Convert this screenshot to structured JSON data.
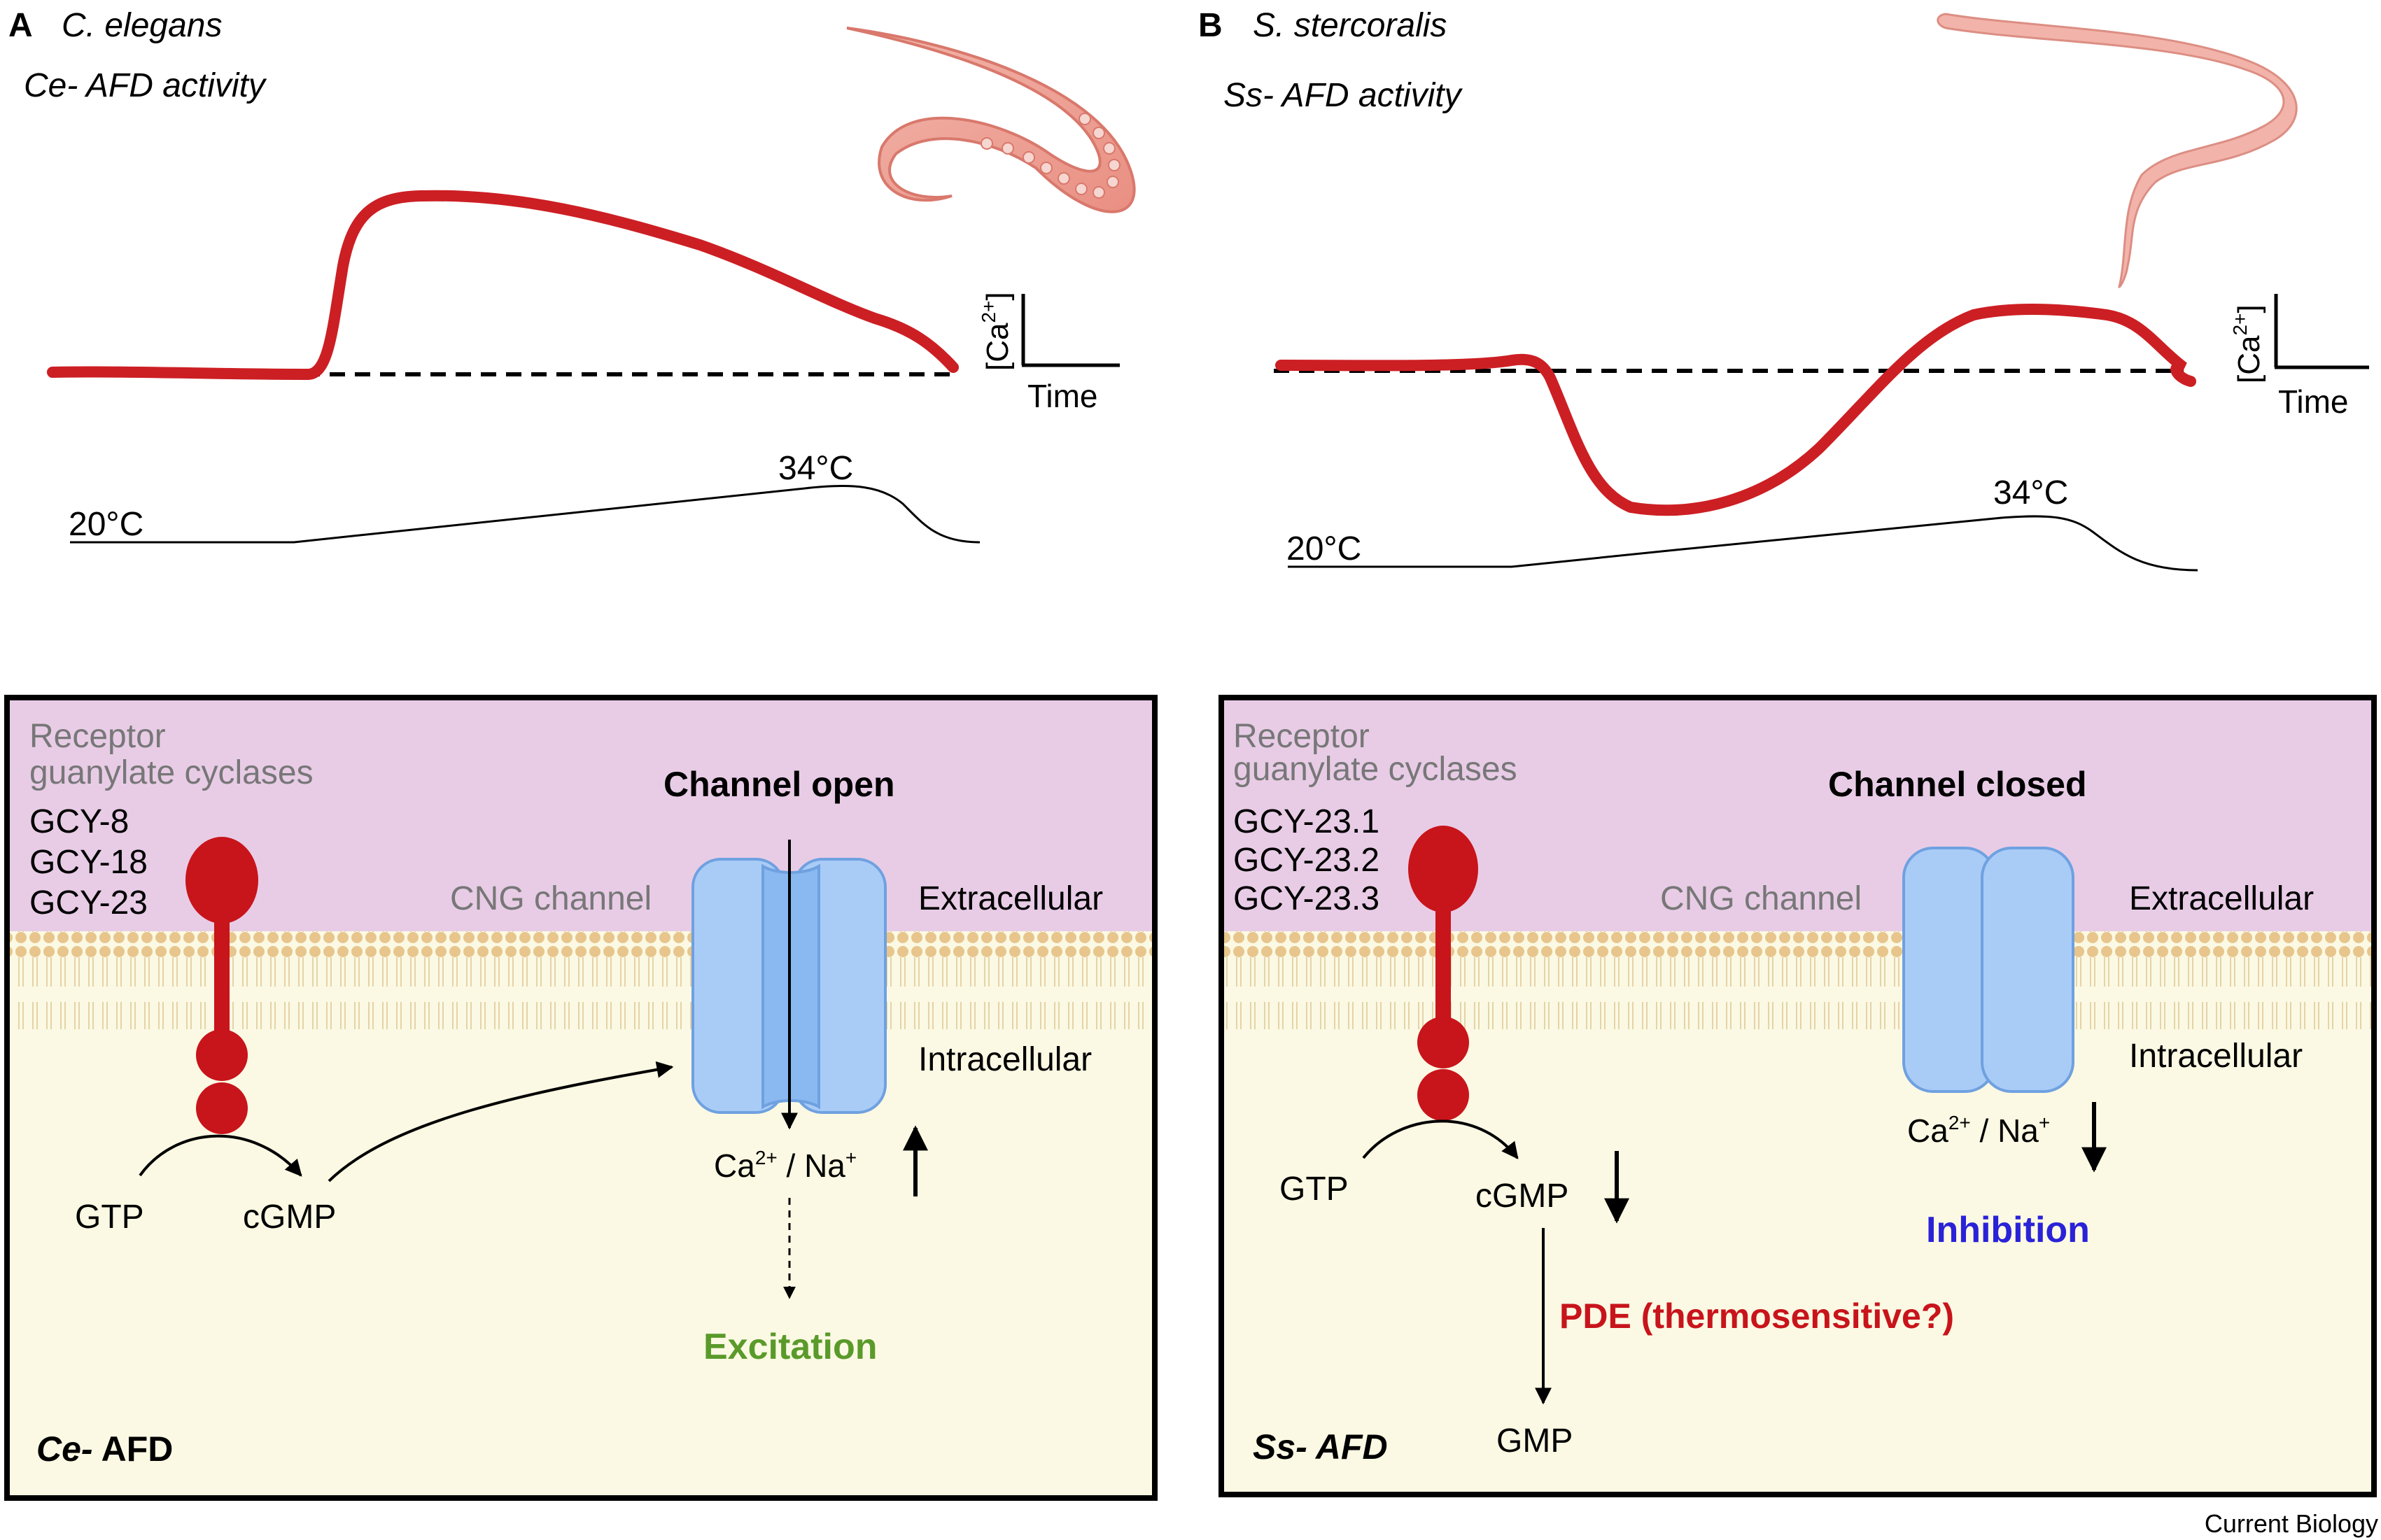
{
  "panel_a": {
    "letter": "A",
    "species": "C. elegans",
    "activity_label": "Ce- AFD activity",
    "scale_ca": "[Ca",
    "scale_ca_sup": "2+",
    "scale_ca_close": "]",
    "scale_time": "Time",
    "temp_low": "20°C",
    "temp_high": "34°C",
    "box": {
      "receptor_line1": "Receptor",
      "receptor_line2": "guanylate cyclases",
      "gcys": [
        "GCY-8",
        "GCY-18",
        "GCY-23"
      ],
      "channel_state": "Channel open",
      "cng_label": "CNG channel",
      "extracellular": "Extracellular",
      "intracellular": "Intracellular",
      "gtp": "GTP",
      "cgmp": "cGMP",
      "ion_ca": "Ca",
      "ion_ca_sup": "2+",
      "ion_sep": " / Na",
      "ion_na_sup": "+",
      "outcome": "Excitation",
      "corner_italic": "Ce-",
      "corner_rest": " AFD"
    }
  },
  "panel_b": {
    "letter": "B",
    "species": "S. stercoralis",
    "activity_label": "Ss- AFD activity",
    "scale_ca": "[Ca",
    "scale_ca_sup": "2+",
    "scale_ca_close": "]",
    "scale_time": "Time",
    "temp_low": "20°C",
    "temp_high": "34°C",
    "box": {
      "receptor_line1": "Receptor",
      "receptor_line2": "guanylate cyclases",
      "gcys": [
        "GCY-23.1",
        "GCY-23.2",
        "GCY-23.3"
      ],
      "channel_state": "Channel closed",
      "cng_label": "CNG channel",
      "extracellular": "Extracellular",
      "intracellular": "Intracellular",
      "gtp": "GTP",
      "cgmp": "cGMP",
      "ion_ca": "Ca",
      "ion_ca_sup": "2+",
      "ion_sep": " / Na",
      "ion_na_sup": "+",
      "pde": "PDE (thermosensitive?)",
      "gmp": "GMP",
      "outcome": "Inhibition",
      "corner_text": "Ss- AFD"
    }
  },
  "footer": "Current Biology",
  "colors": {
    "trace_red": "#cc1f24",
    "receptor_red": "#c8141b",
    "extracellular_bg": "#e8cce6",
    "intracellular_bg": "#fbf9e3",
    "membrane": "#e8c890",
    "channel_blue": "#a9ccf7",
    "channel_blue_dark": "#8ab8f0",
    "channel_stroke": "#6fa1e0",
    "excitation_green": "#5a9a2a",
    "inhibition_blue": "#2a22d8",
    "pde_red": "#c8141b",
    "grey_label": "#777777"
  }
}
